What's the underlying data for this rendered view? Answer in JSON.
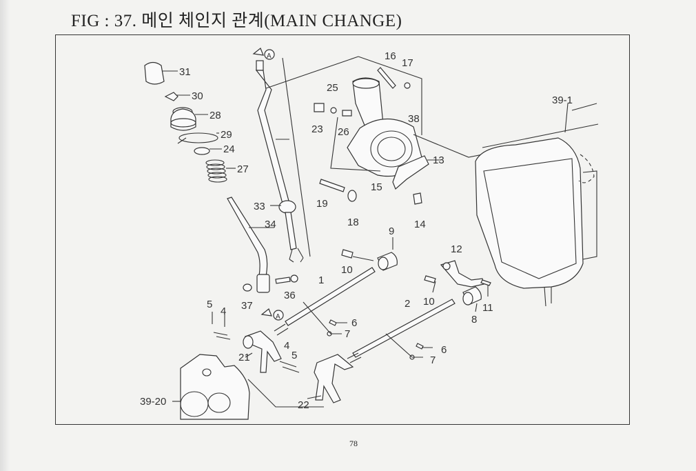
{
  "header": {
    "title": "FIG : 37. 메인 체인지 관계(MAIN CHANGE)"
  },
  "footer": {
    "page_number": "78"
  },
  "callouts": {
    "c31": "31",
    "c30": "30",
    "c28": "28",
    "c29": "29",
    "c24": "24",
    "c27": "27",
    "c34": "34",
    "c33": "33",
    "c37": "37",
    "c36": "36",
    "cA_top": "A",
    "cA_bottom": "A",
    "c16": "16",
    "c17": "17",
    "c25": "25",
    "c23": "23",
    "c26": "26",
    "c38": "38",
    "c13": "13",
    "c15": "15",
    "c19": "19",
    "c18": "18",
    "c14": "14",
    "c39_1": "39-1",
    "c9": "9",
    "c10a": "10",
    "c1": "1",
    "c5a": "5",
    "c4a": "4",
    "c6a": "6",
    "c7a": "7",
    "c12": "12",
    "c10b": "10",
    "c11": "11",
    "c8": "8",
    "c2": "2",
    "c6b": "6",
    "c7b": "7",
    "c21": "21",
    "c4b": "4",
    "c5b": "5",
    "c22": "22",
    "c39_20": "39-20"
  }
}
